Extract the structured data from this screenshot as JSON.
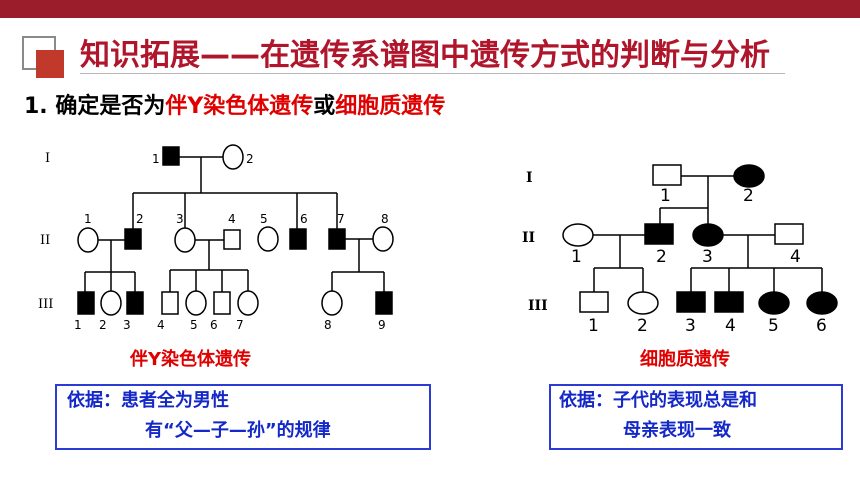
{
  "header": {
    "title": "知识拓展——在遗传系谱图中遗传方式的判断与分析"
  },
  "subtitle": {
    "lead": "1. 确定是否为",
    "term1": "伴Y染色体遗传",
    "connector": "或",
    "term2": "细胞质遗传"
  },
  "left_pedigree": {
    "gen_labels": [
      "I",
      "II",
      "III"
    ],
    "caption": "伴Y染色体遗传",
    "gen1": [
      "1",
      "2"
    ],
    "gen2": [
      "1",
      "2",
      "3",
      "4",
      "5",
      "6",
      "7",
      "8"
    ],
    "gen3": [
      "1",
      "2",
      "3",
      "4",
      "5",
      "6",
      "7",
      "8",
      "9"
    ]
  },
  "right_pedigree": {
    "gen_labels": [
      "I",
      "II",
      "III"
    ],
    "caption": "细胞质遗传",
    "gen1": [
      "1",
      "2"
    ],
    "gen2": [
      "1",
      "2",
      "3",
      "4"
    ],
    "gen3": [
      "1",
      "2",
      "3",
      "4",
      "5",
      "6"
    ]
  },
  "basis_left": {
    "line1": "依据：患者全为男性",
    "line2": "有“父—子—孙”的规律"
  },
  "basis_right": {
    "line1": "依据：子代的表现总是和",
    "line2": "母亲表现一致"
  },
  "colors": {
    "topbar": "#9b1c2a",
    "title": "#b0162b",
    "highlight": "#e00000",
    "basis_border": "#2a3bd6",
    "basis_text": "#1428c8"
  }
}
